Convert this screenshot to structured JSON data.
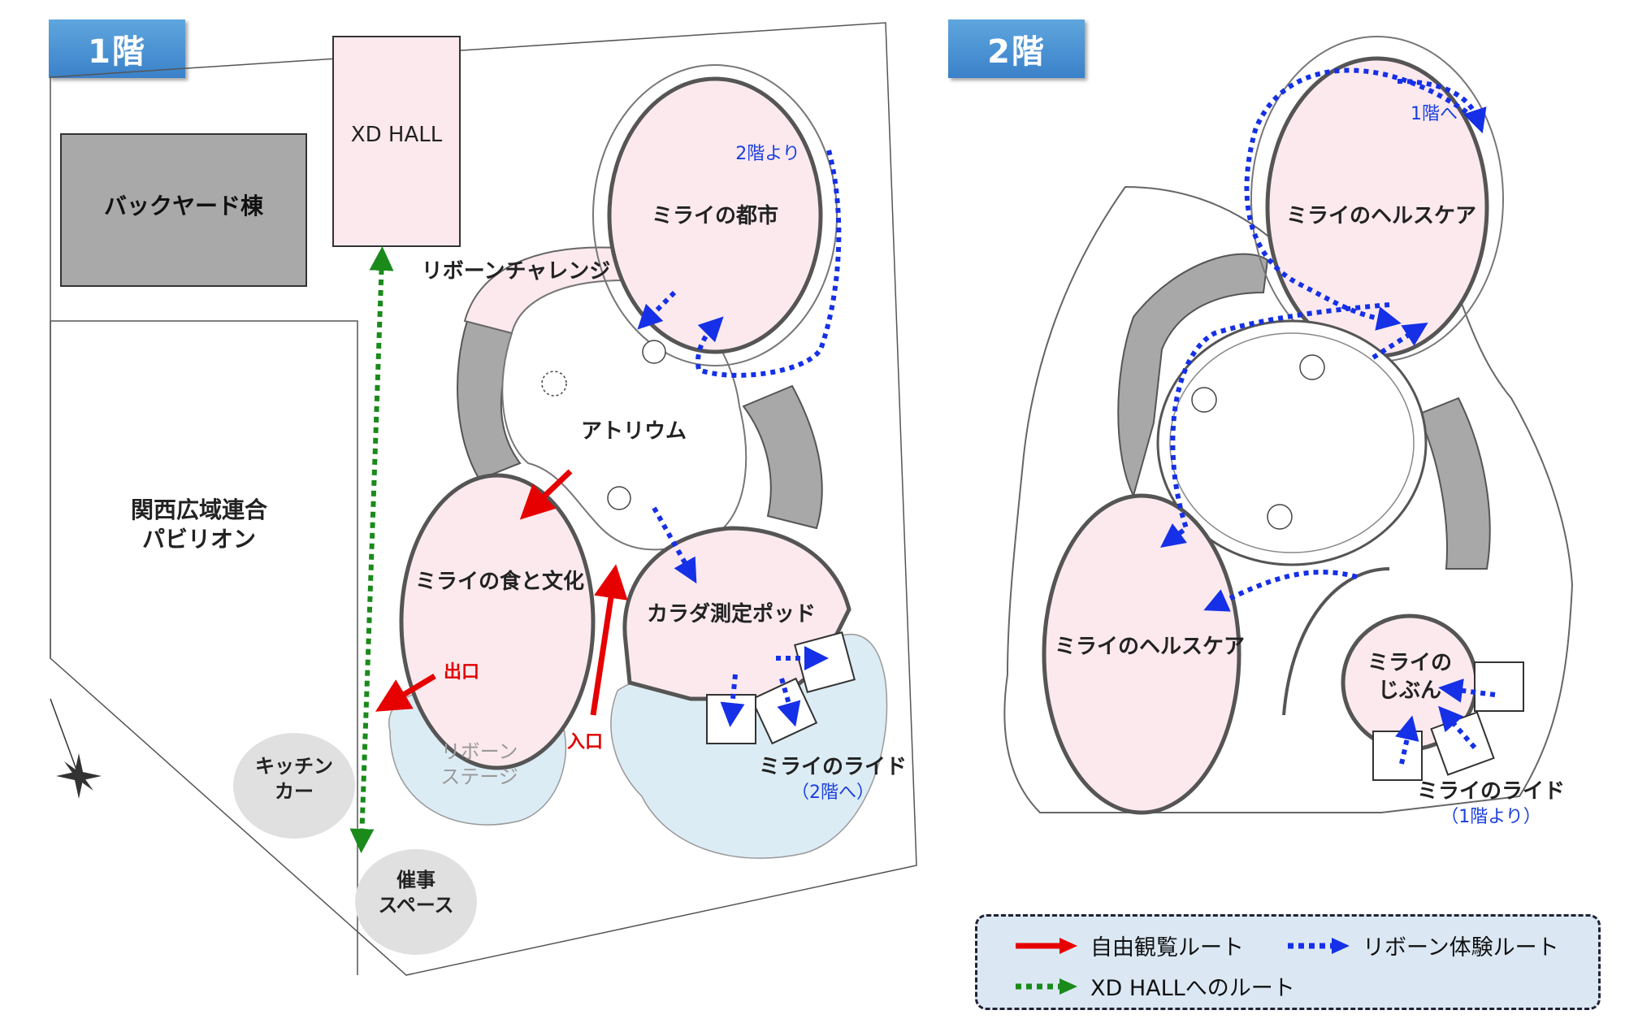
{
  "floors": {
    "floor1_label": "1階",
    "floor2_label": "2階"
  },
  "floor1": {
    "xd_hall": "XD HALL",
    "backyard": "バックヤード棟",
    "kansai_pavilion": "関西広域連合\nパビリオン",
    "reborn_challenge": "リボーンチャレンジ",
    "mirai_city": "ミライの都市",
    "from_2f": "2階より",
    "atrium": "アトリウム",
    "food_culture": "ミライの食と文化",
    "karada_pod": "カラダ測定ポッド",
    "exit": "出口",
    "entrance": "入口",
    "reborn_stage": "リボーン\nステージ",
    "mirai_ride": "ミライのライド",
    "to_2f": "（2階へ）",
    "kitchen_car": "キッチン\nカー",
    "event_space": "催事\nスペース"
  },
  "floor2": {
    "healthcare_top": "ミライのヘルスケア",
    "to_1f": "1階へ",
    "healthcare_left": "ミライのヘルスケア",
    "jibun": "ミライの\nじぶん",
    "mirai_ride": "ミライのライド",
    "from_1f": "（1階より）"
  },
  "legend": {
    "free_route": "自由観覧ルート",
    "reborn_route": "リボーン体験ルート",
    "xdhall_route": "XD HALLへのルート"
  },
  "colors": {
    "red_route": "#e60000",
    "blue_route": "#1530e6",
    "green_route": "#1a8a1a",
    "room_fill": "#fbe9ee",
    "wall_gray": "#a8a8a8",
    "garden_fill": "#dcecf5",
    "tag_blue": "#4a90d6"
  }
}
